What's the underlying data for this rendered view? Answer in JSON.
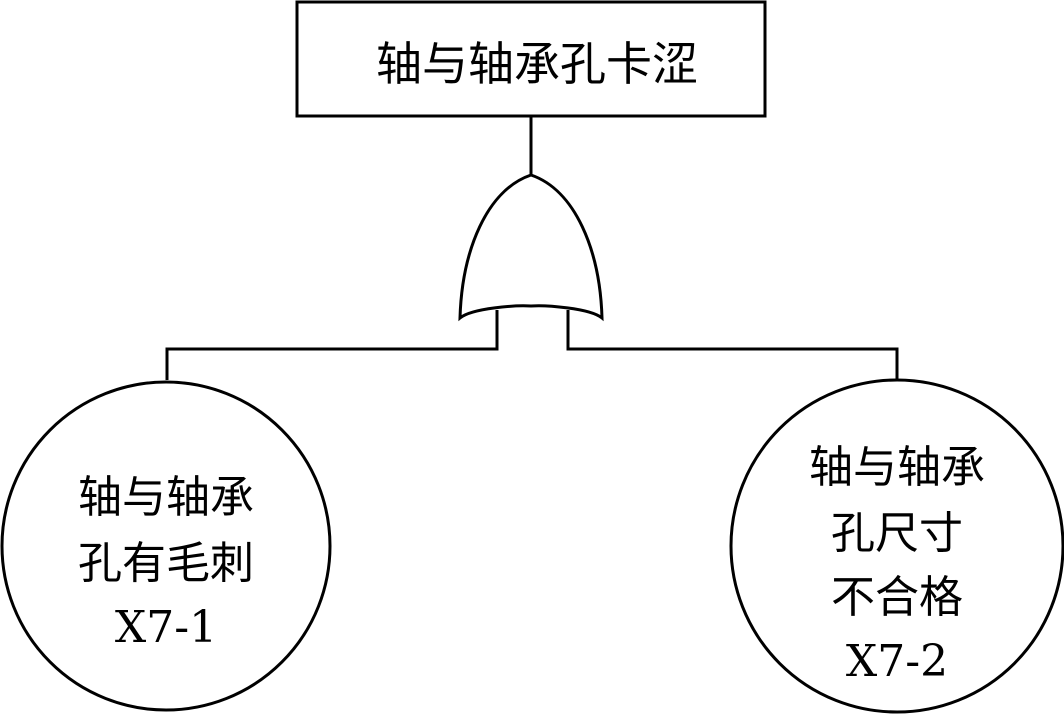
{
  "top_event": {
    "label": "轴与轴承孔卡涩"
  },
  "gate": {
    "type": "OR"
  },
  "basic_events": [
    {
      "lines": [
        "轴与轴承",
        "孔有毛刺",
        "X7-1"
      ]
    },
    {
      "lines": [
        "轴与轴承",
        "孔尺寸",
        "不合格",
        "X7-2"
      ]
    }
  ]
}
